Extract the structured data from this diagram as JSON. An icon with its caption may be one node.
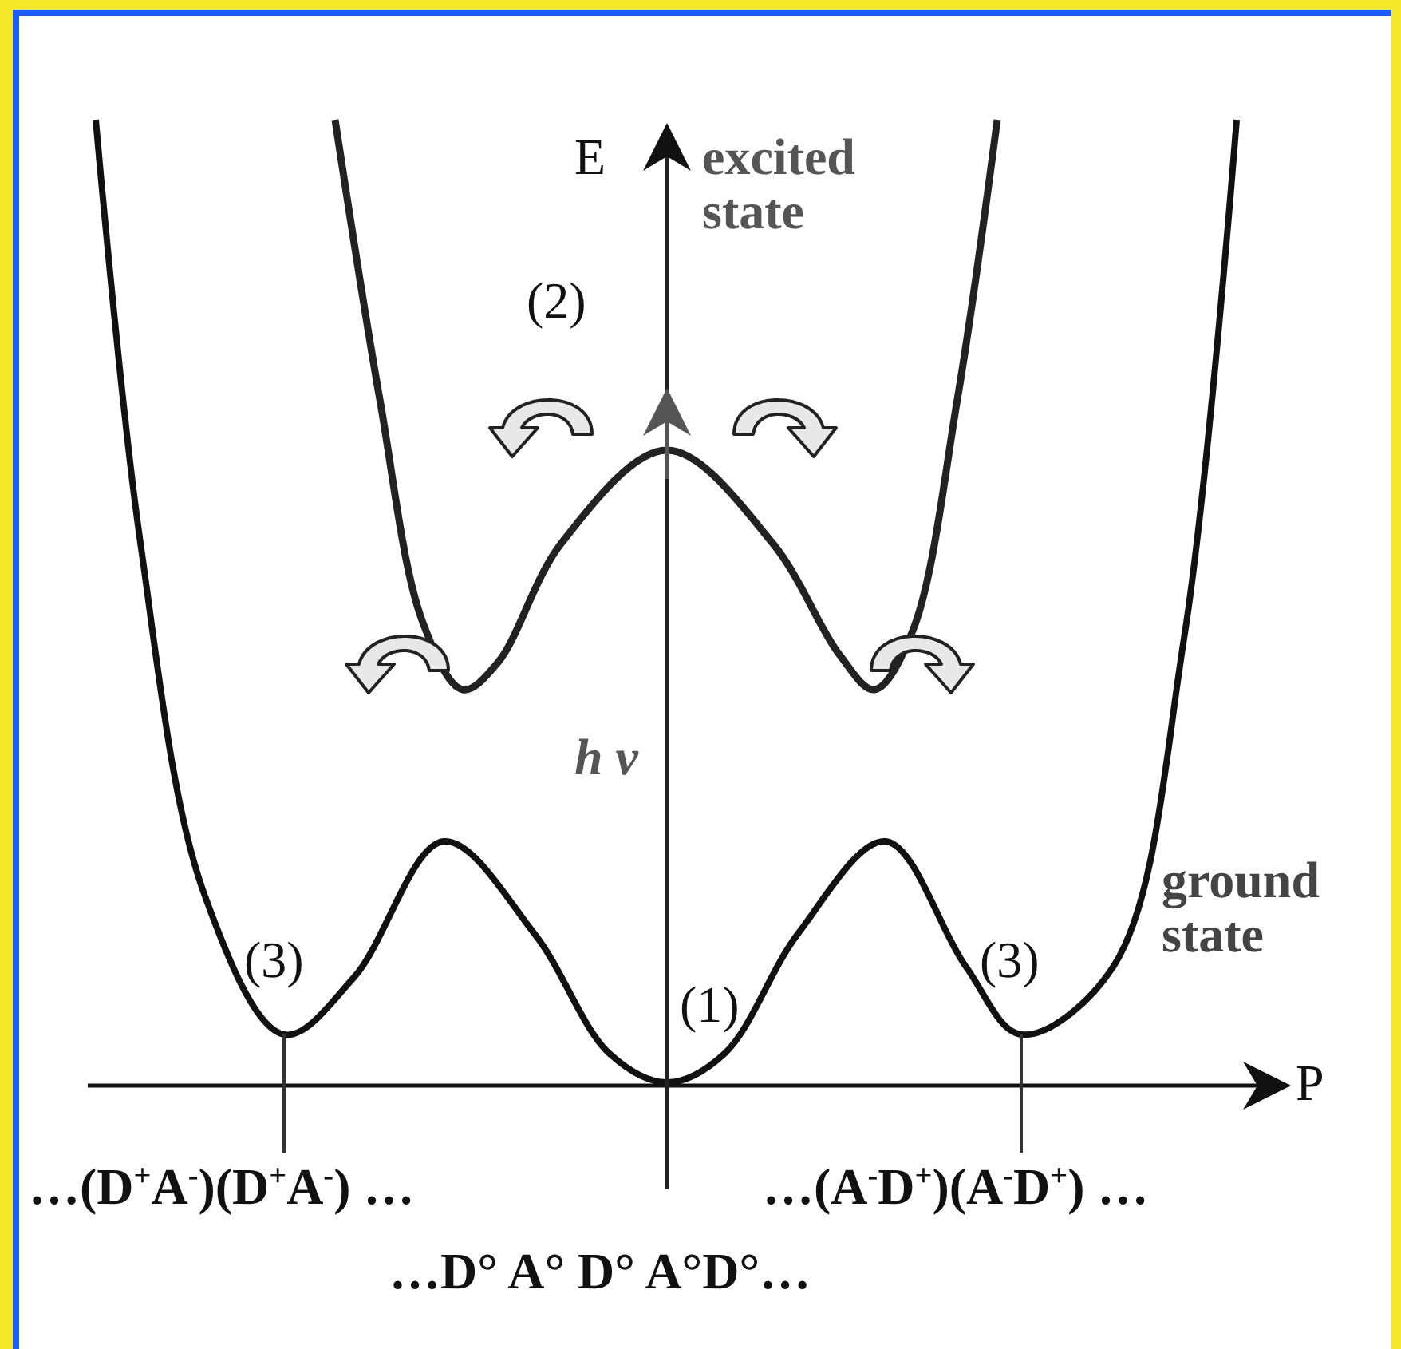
{
  "diagram": {
    "labels": [
      "E",
      "excited state",
      "(2)",
      "*h ν*",
      "ground state",
      "(3)",
      "(1)",
      "(3)",
      "P",
      "…(D$^{+}$A$^{-}$)(D$^{+}$A$^{-}$) …",
      "…(A$^{-}$D$^{+}$)(A$^{-}$D$^{+}$) …",
      "…D° A° D° A°D°…"
    ]
  }
}
